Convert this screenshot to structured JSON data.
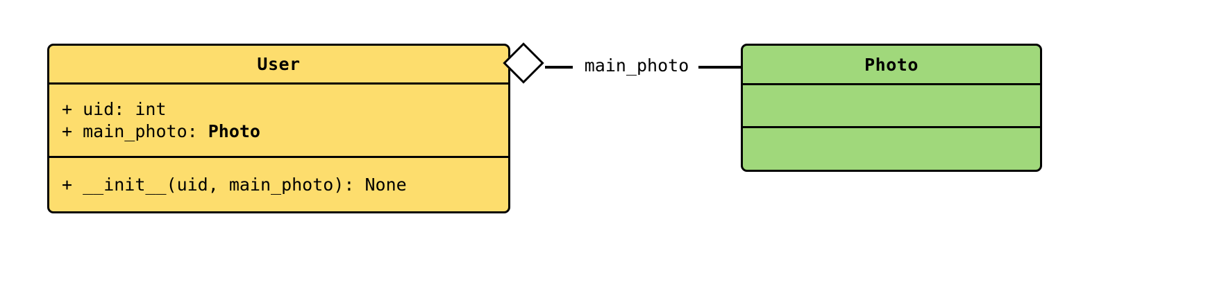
{
  "diagram": {
    "type": "uml-class-diagram",
    "background_color": "#ffffff",
    "border_color": "#000000",
    "classes": [
      {
        "name": "User",
        "fill_color": "#FDDD6D",
        "attributes": [
          {
            "text": "+ uid: int",
            "prefix": "+ uid: int",
            "type_name": ""
          },
          {
            "text": "+ main_photo: Photo",
            "prefix": "+ main_photo: ",
            "type_name": "Photo"
          }
        ],
        "methods": [
          {
            "text": "+ __init__(uid, main_photo): None"
          }
        ]
      },
      {
        "name": "Photo",
        "fill_color": "#A0D87B",
        "attributes": [],
        "methods": []
      }
    ],
    "relationship": {
      "kind": "aggregation",
      "label": "main_photo",
      "source": "User",
      "target": "Photo",
      "marker": "hollow-diamond"
    }
  }
}
